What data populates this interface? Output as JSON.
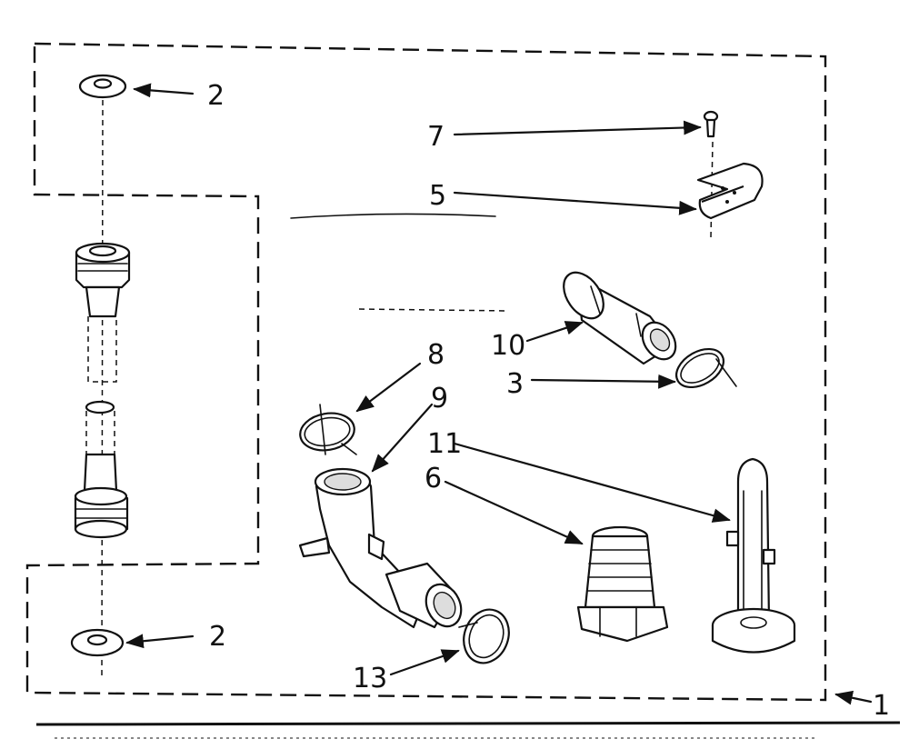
{
  "callouts": {
    "c1": "1",
    "c2_top": "2",
    "c2_bottom": "2",
    "c3": "3",
    "c5": "5",
    "c6": "6",
    "c7": "7",
    "c8": "8",
    "c9": "9",
    "c10": "10",
    "c11": "11",
    "c13": "13"
  }
}
